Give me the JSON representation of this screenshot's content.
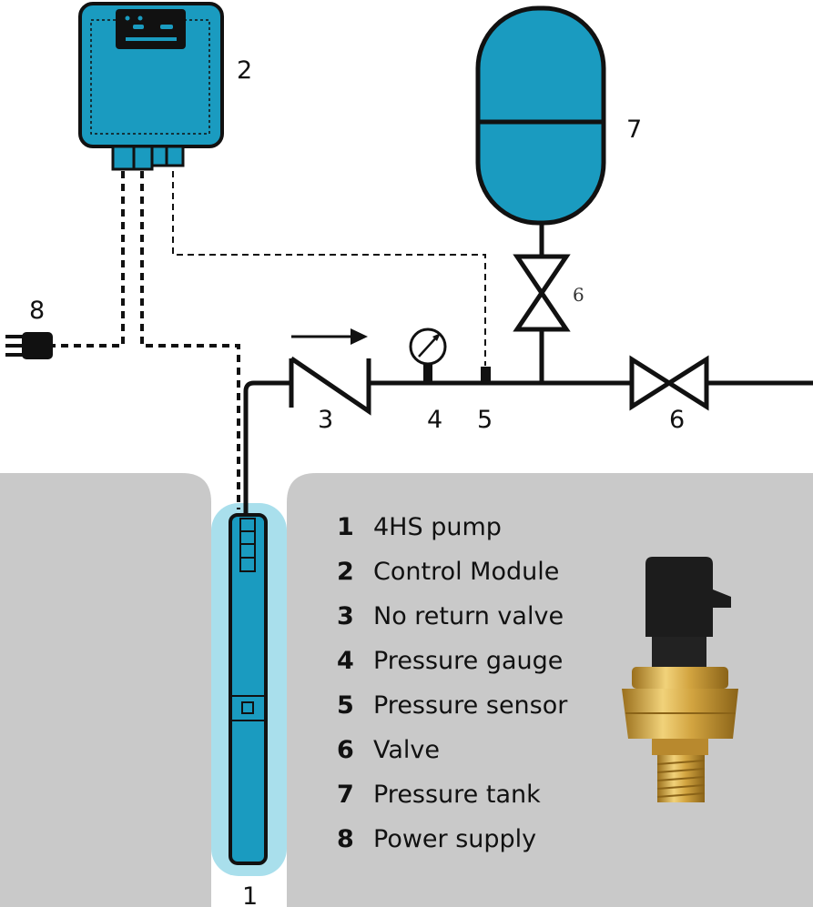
{
  "colors": {
    "equipment": "#1a9bc0",
    "outline": "#111111",
    "ground": "#c9c9c9",
    "well_water": "#a9dfec",
    "brass": "#d2a440"
  },
  "callouts": {
    "pump": "1",
    "control_module": "2",
    "no_return_valve": "3",
    "pressure_gauge": "4",
    "pressure_sensor": "5",
    "valve_main": "6",
    "valve_tank": "6",
    "pressure_tank": "7",
    "power_supply": "8"
  },
  "legend": [
    {
      "n": "1",
      "label": "4HS pump"
    },
    {
      "n": "2",
      "label": "Control Module"
    },
    {
      "n": "3",
      "label": "No return valve"
    },
    {
      "n": "4",
      "label": "Pressure gauge"
    },
    {
      "n": "5",
      "label": "Pressure sensor"
    },
    {
      "n": "6",
      "label": "Valve"
    },
    {
      "n": "7",
      "label": "Pressure tank"
    },
    {
      "n": "8",
      "label": "Power supply"
    }
  ],
  "icons": {
    "flow_direction": "arrow-right-icon",
    "power": "power-plug-icon",
    "gauge": "pressure-gauge-icon",
    "sensor_photo": "pressure-sensor-icon"
  }
}
